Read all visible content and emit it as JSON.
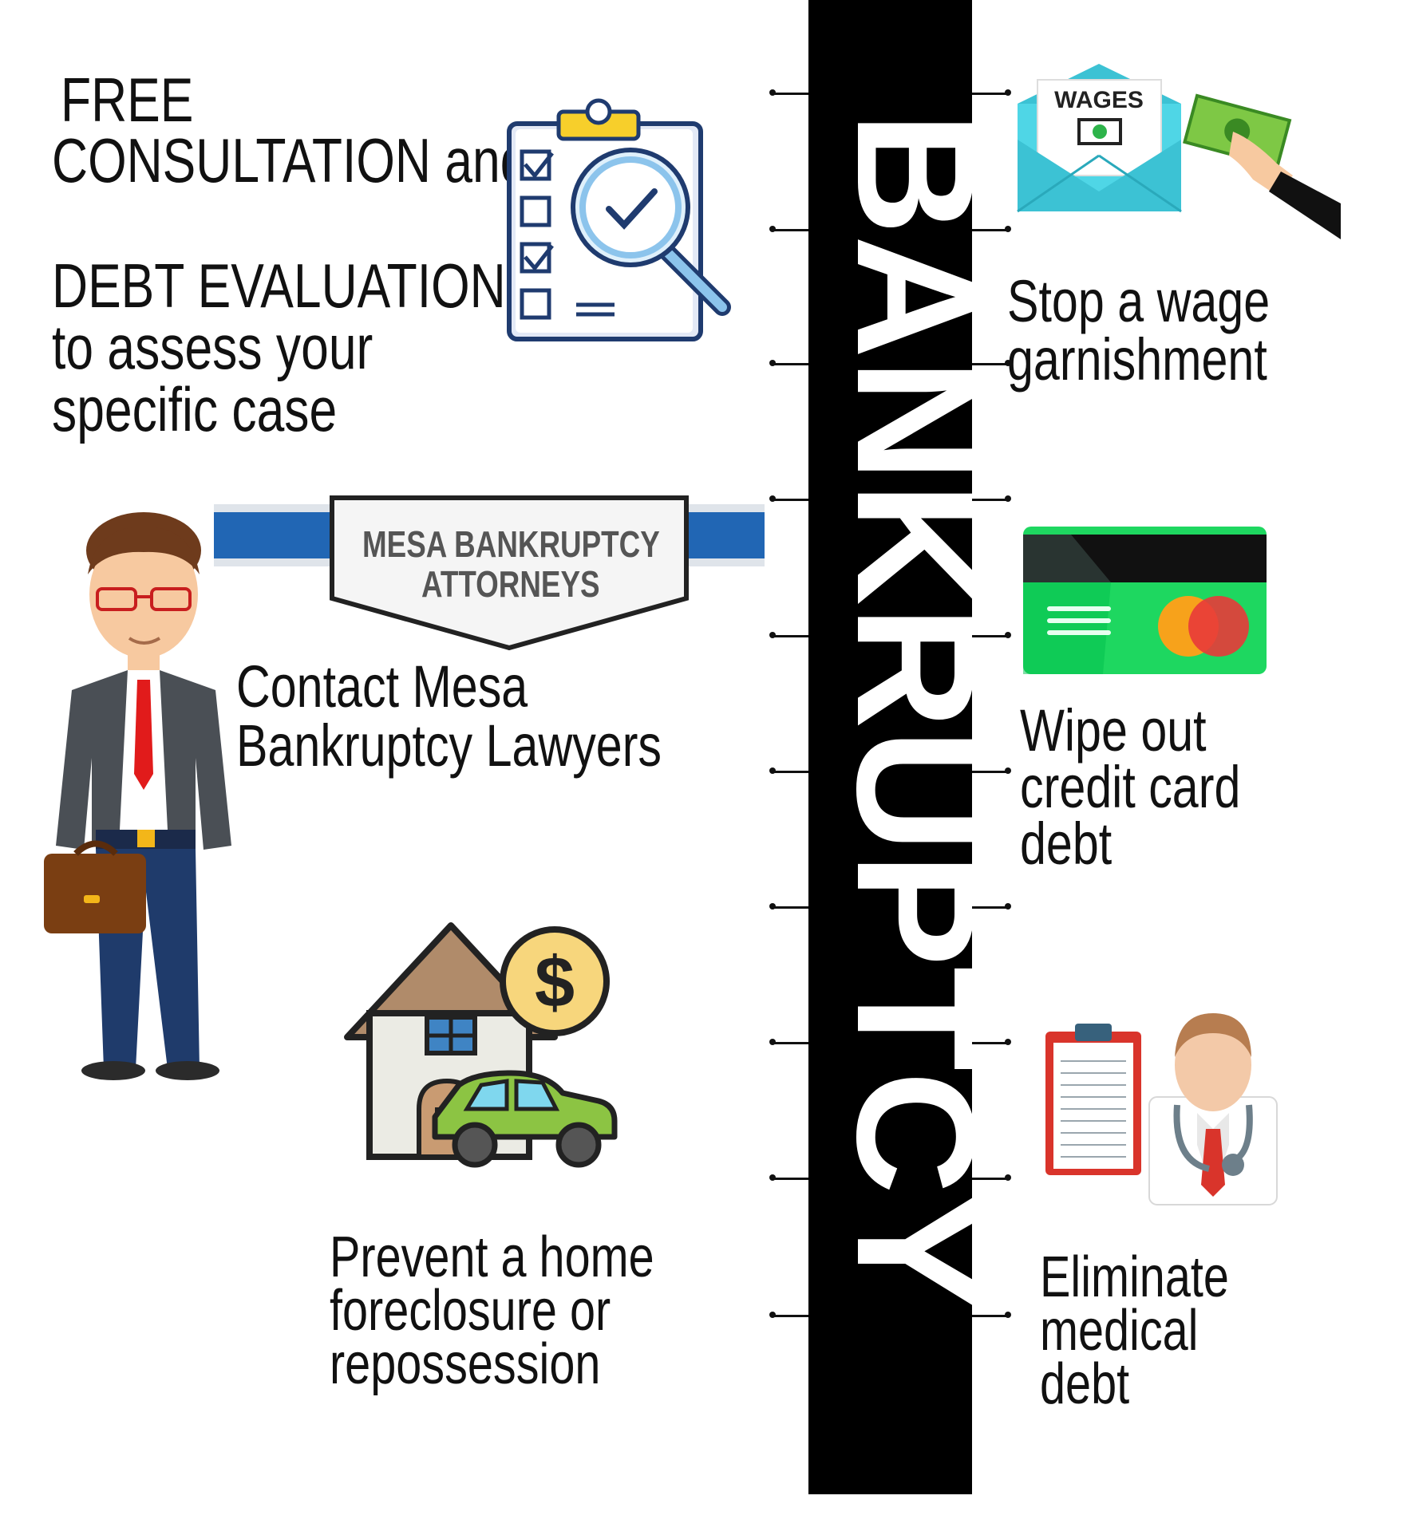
{
  "spine": {
    "word": "BANKRUPTCY"
  },
  "consultation": {
    "line1": "FREE",
    "line2": "CONSULTATION and",
    "line3": "DEBT EVALUATION",
    "line4": "to assess your",
    "line5": "specific case"
  },
  "banner": {
    "line1": "MESA BANKRUPTCY",
    "line2": "ATTORNEYS"
  },
  "contact": {
    "line1": "Contact Mesa",
    "line2": "Bankruptcy Lawyers"
  },
  "foreclosure": {
    "line1": "Prevent a home",
    "line2": "foreclosure or",
    "line3": "repossession"
  },
  "wage": {
    "badge": "WAGES",
    "line1": "Stop a wage",
    "line2": "garnishment"
  },
  "credit": {
    "line1": "Wipe out",
    "line2": "credit card",
    "line3": "debt"
  },
  "medical": {
    "line1": "Eliminate",
    "line2": "medical",
    "line3": "debt"
  },
  "colors": {
    "spine": "#000000",
    "banner_blue": "#2166b4",
    "card_green": "#1ed760",
    "envelope": "#4fd6e6",
    "coin": "#f7d67c"
  },
  "icons": {
    "consultation": "checklist-magnifier-icon",
    "wage": "wage-envelope-money-icon",
    "credit": "credit-card-icon",
    "foreclosure": "house-car-dollar-icon",
    "medical": "doctor-clipboard-icon",
    "lawyer": "lawyer-figure-icon"
  }
}
